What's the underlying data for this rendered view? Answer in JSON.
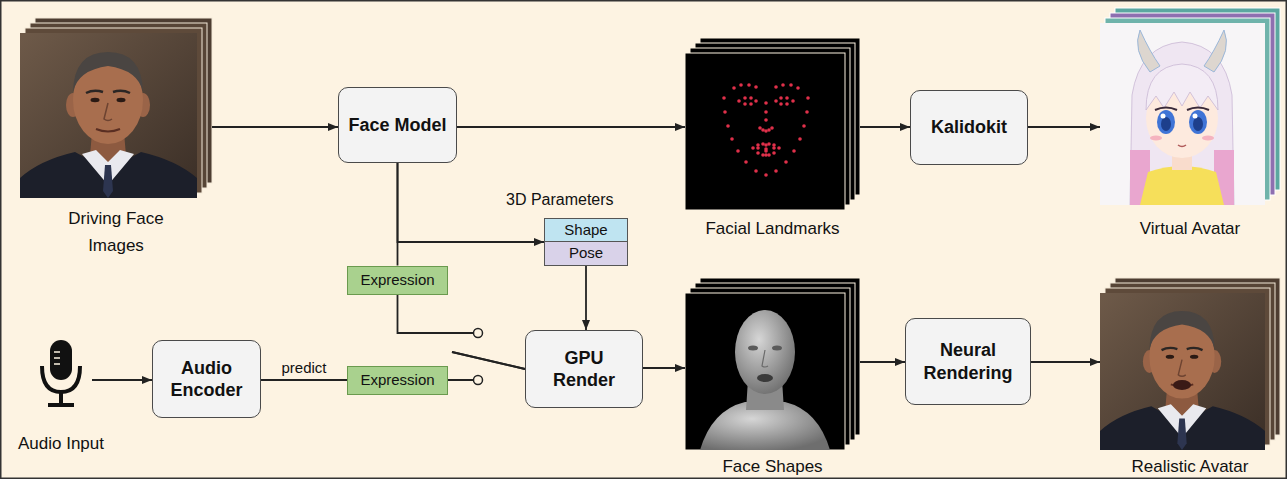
{
  "diagram": {
    "nodes": [
      {
        "text": [
          "Driving Face Images"
        ]
      },
      {
        "text": [
          "Face Model"
        ]
      },
      {
        "text": [
          "Facial Landmarks"
        ]
      },
      {
        "text": [
          "Kalidokit"
        ]
      },
      {
        "text": [
          "Virtual Avatar"
        ]
      },
      {
        "text": [
          "3D Parameters"
        ]
      },
      {
        "text": [
          "Shape"
        ],
        "in": 5
      },
      {
        "text": [
          "Pose"
        ],
        "in": 5
      },
      {
        "text": [
          "Expression"
        ]
      },
      {
        "text": [
          "Audio Input"
        ]
      },
      {
        "text": [
          "Audio Encoder"
        ]
      },
      {
        "text": [
          "Expression"
        ]
      },
      {
        "text": [
          "GPU Render"
        ]
      },
      {
        "text": [
          "Face Shapes"
        ]
      },
      {
        "text": [
          "Neural Rendering"
        ]
      },
      {
        "text": [
          "Realistic Avatar"
        ]
      }
    ],
    "edges": [
      {
        "from": 0,
        "to": 1,
        "arrow": "to"
      },
      {
        "from": 1,
        "to": 2,
        "arrow": "to"
      },
      {
        "from": 2,
        "to": 3,
        "arrow": "to"
      },
      {
        "from": 3,
        "to": 4,
        "arrow": "to"
      },
      {
        "from": 1,
        "to": 5,
        "arrow": "to"
      },
      {
        "from": 1,
        "to": 8,
        "arrow": "none"
      },
      {
        "from": 7,
        "to": 12,
        "arrow": "to"
      },
      {
        "from": 8,
        "to": 12,
        "arrow": "none"
      },
      {
        "from": 9,
        "to": 10,
        "arrow": "to"
      },
      {
        "from": 10,
        "to": 11,
        "label": "predict",
        "arrow": "none"
      },
      {
        "from": 11,
        "to": 12,
        "arrow": "none"
      },
      {
        "from": 12,
        "to": 13,
        "arrow": "to"
      },
      {
        "from": 13,
        "to": 14,
        "arrow": "to"
      },
      {
        "from": 14,
        "to": 15,
        "arrow": "to"
      }
    ]
  }
}
